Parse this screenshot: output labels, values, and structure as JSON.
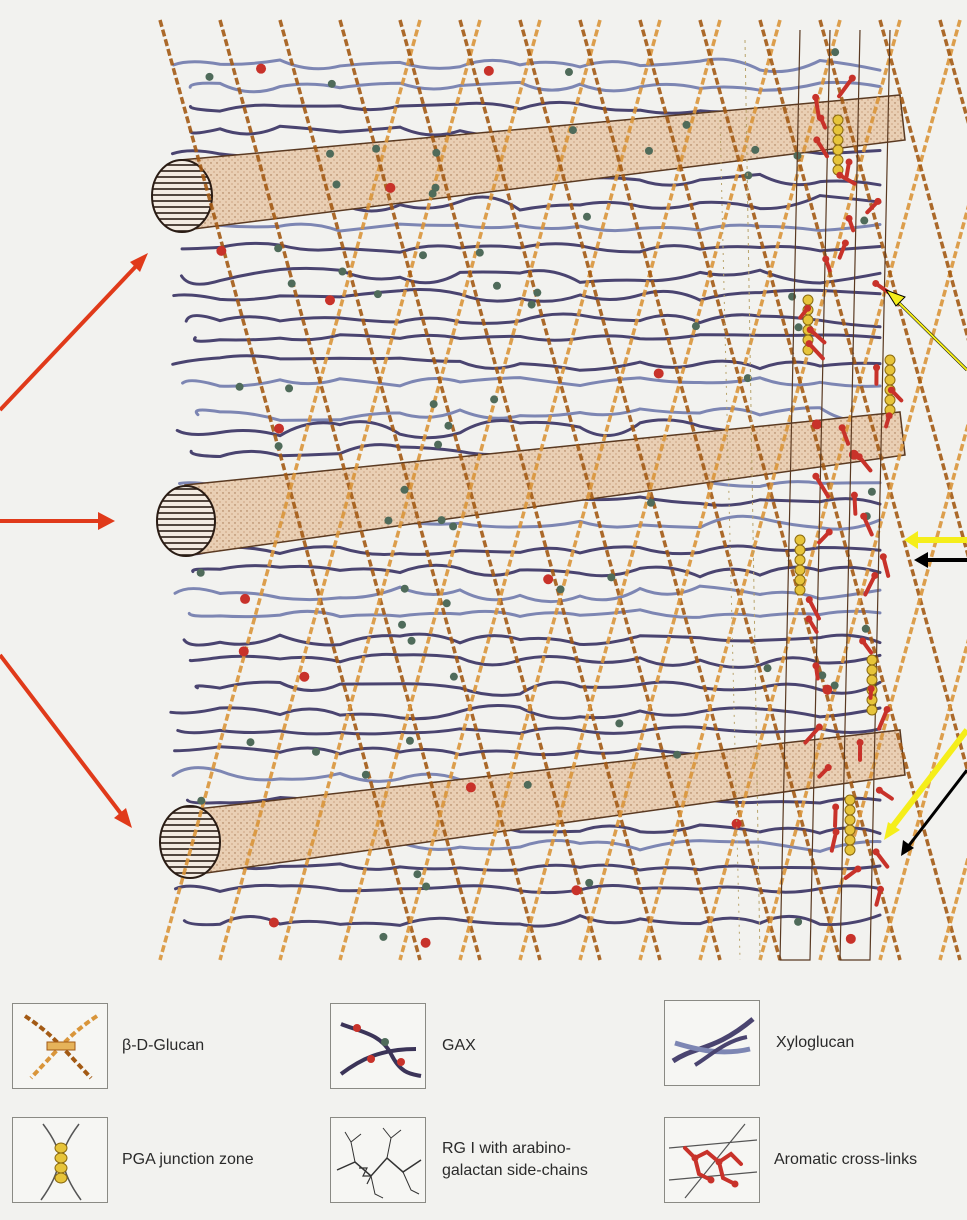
{
  "diagram": {
    "colors": {
      "background": "#f2f2ef",
      "cellulose_fill": "#e8cdb0",
      "glucan": "#d9953a",
      "glucan_dark": "#a35a14",
      "xyloglucan": "#4a4470",
      "xyloglucan_light": "#7d86b3",
      "gax_dot": "#4f6b5a",
      "aromatic": "#c8322a",
      "pga": "#e6c43a",
      "red_arrow": "#e03a1a",
      "yellow_arrow": "#f5ee1a",
      "black_arrow": "#000000"
    }
  },
  "legend": [
    {
      "icon": "beta-glucan-icon",
      "label": "β-D-Glucan"
    },
    {
      "icon": "gax-icon",
      "label": "GAX"
    },
    {
      "icon": "xyloglucan-icon",
      "label": "Xyloglucan"
    },
    {
      "icon": "pga-junction-icon",
      "label": "PGA junction zone"
    },
    {
      "icon": "rg1-arabinogalactan-icon",
      "label": "RG I with arabino-\ngalactan side-chains"
    },
    {
      "icon": "aromatic-crosslinks-icon",
      "label": "Aromatic cross-links"
    }
  ]
}
